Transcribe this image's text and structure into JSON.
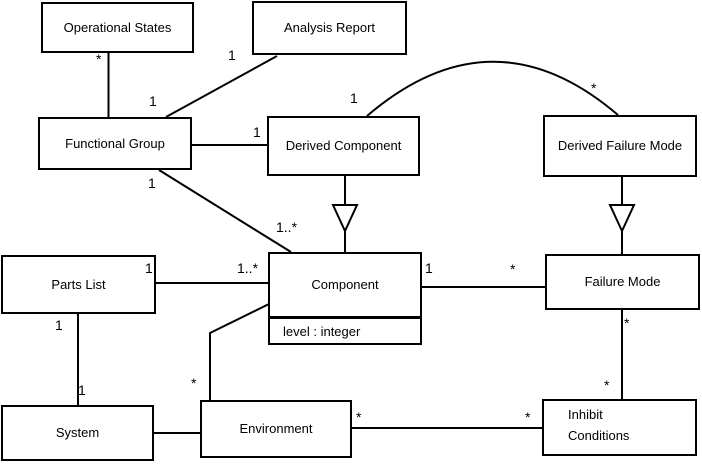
{
  "diagram": {
    "type": "uml-class-diagram",
    "background_color": "#ffffff",
    "line_color": "#000000",
    "classes": [
      {
        "name": "Operational States"
      },
      {
        "name": "Analysis Report"
      },
      {
        "name": "Functional Group"
      },
      {
        "name": "Derived Component"
      },
      {
        "name": "Derived Failure Mode"
      },
      {
        "name": "Parts List"
      },
      {
        "name": "Component",
        "attributes": [
          "level : integer"
        ]
      },
      {
        "name": "Failure Mode"
      },
      {
        "name": "System"
      },
      {
        "name": "Environment"
      },
      {
        "name": "Inhibit Conditions"
      }
    ],
    "associations": [
      {
        "from": "Operational States",
        "to": "Functional Group",
        "from_label": "*",
        "to_label": ""
      },
      {
        "from": "Analysis Report",
        "to": "Functional Group",
        "from_label": "1",
        "to_label": "1"
      },
      {
        "from": "Functional Group",
        "to": "Derived Component",
        "from_label": "",
        "to_label": "1"
      },
      {
        "from": "Derived Component",
        "to": "Derived Failure Mode",
        "from_label": "1",
        "to_label": "*"
      },
      {
        "from": "Functional Group",
        "to": "Component",
        "from_label": "1",
        "to_label": "1..*"
      },
      {
        "from": "Parts List",
        "to": "Component",
        "from_label": "1",
        "to_label": "1..*"
      },
      {
        "from": "Component",
        "to": "Failure Mode",
        "from_label": "1",
        "to_label": "*"
      },
      {
        "from": "Parts List",
        "to": "System",
        "from_label": "1",
        "to_label": "1"
      },
      {
        "from": "System",
        "to": "Environment",
        "from_label": "",
        "to_label": ""
      },
      {
        "from": "Environment",
        "to": "Component",
        "from_label": "*",
        "to_label": ""
      },
      {
        "from": "Environment",
        "to": "Inhibit Conditions",
        "from_label": "*",
        "to_label": "*"
      },
      {
        "from": "Failure Mode",
        "to": "Inhibit Conditions",
        "from_label": "*",
        "to_label": "*"
      }
    ],
    "generalizations": [
      {
        "child": "Derived Component",
        "parent": "Component"
      },
      {
        "child": "Derived Failure Mode",
        "parent": "Failure Mode"
      }
    ]
  }
}
